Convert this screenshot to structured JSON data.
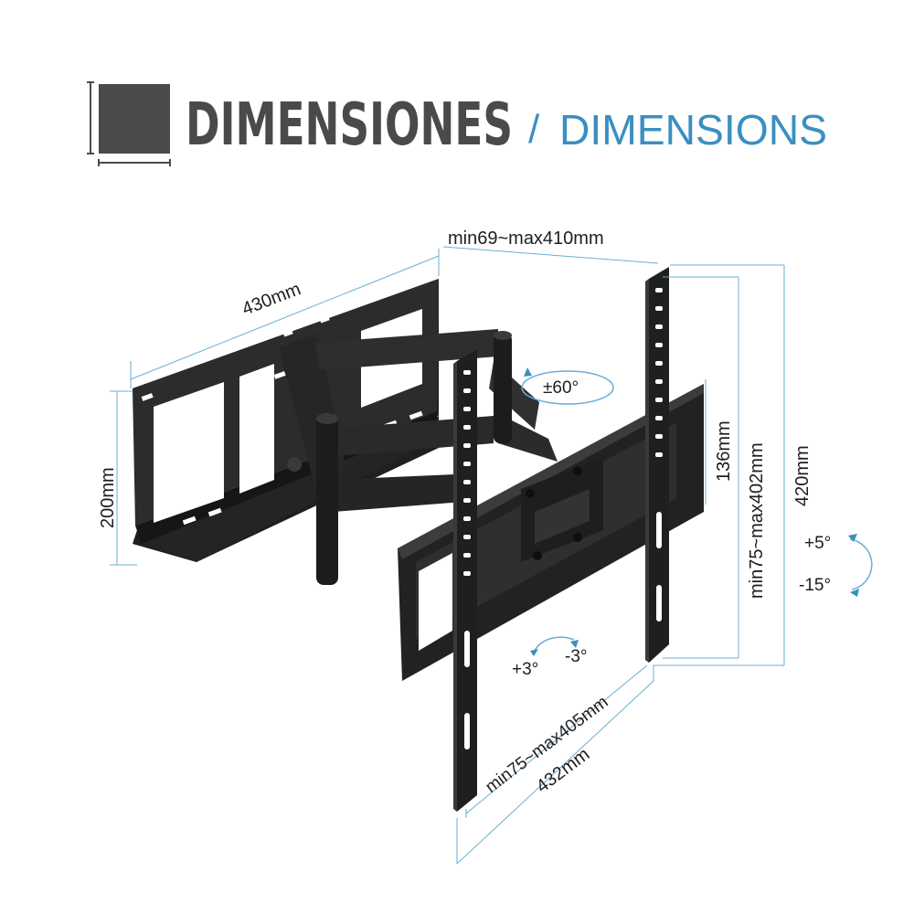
{
  "header": {
    "title_es": "DIMENSIONES",
    "separator": "/",
    "title_en": "DIMENSIONS"
  },
  "dimensions": {
    "wall_plate_width": "430mm",
    "wall_plate_height": "200mm",
    "arm_extension": "min69~max410mm",
    "vesa_height": "min75~max402mm",
    "tv_plate_height": "420mm",
    "rail_height": "136mm",
    "vesa_width": "min75~max405mm",
    "tv_plate_width": "432mm"
  },
  "angles": {
    "swivel": "±60°",
    "tilt_up": "+5°",
    "tilt_down": "-15°",
    "level_left": "+3°",
    "level_right": "-3°"
  },
  "colors": {
    "heading_dark": "#4a4a4a",
    "heading_accent": "#3a8fc1",
    "dimension_line": "#6aaed6",
    "mount_steel": "#2a2a2a"
  }
}
